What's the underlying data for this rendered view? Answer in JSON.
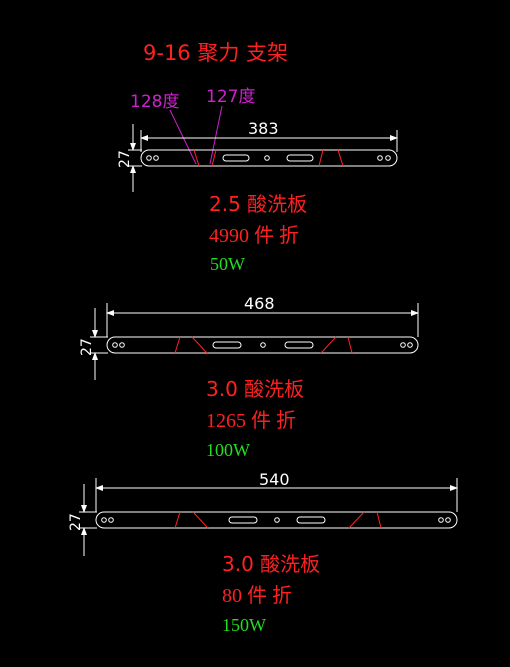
{
  "drawing": {
    "title": "9-16  聚力  支架",
    "angle_labels": [
      "128度",
      "127度"
    ],
    "parts": [
      {
        "length_dim": "383",
        "height_dim": "27",
        "thickness_material": "2.5  酸洗板",
        "quantity_process": "4990  件  折",
        "power": "50W"
      },
      {
        "length_dim": "468",
        "height_dim": "27",
        "thickness_material": "3.0  酸洗板",
        "quantity_process": "1265  件  折",
        "power": "100W"
      },
      {
        "length_dim": "540",
        "height_dim": "27",
        "thickness_material": "3.0  酸洗板",
        "quantity_process": "80  件  折",
        "power": "150W"
      }
    ],
    "colors": {
      "background": "#000000",
      "title": "#ff2020",
      "spec_text": "#ff2020",
      "power_text": "#22dd22",
      "angle_text": "#d020d0",
      "outline": "#ffffff",
      "bend_lines": "#ff2020"
    }
  }
}
